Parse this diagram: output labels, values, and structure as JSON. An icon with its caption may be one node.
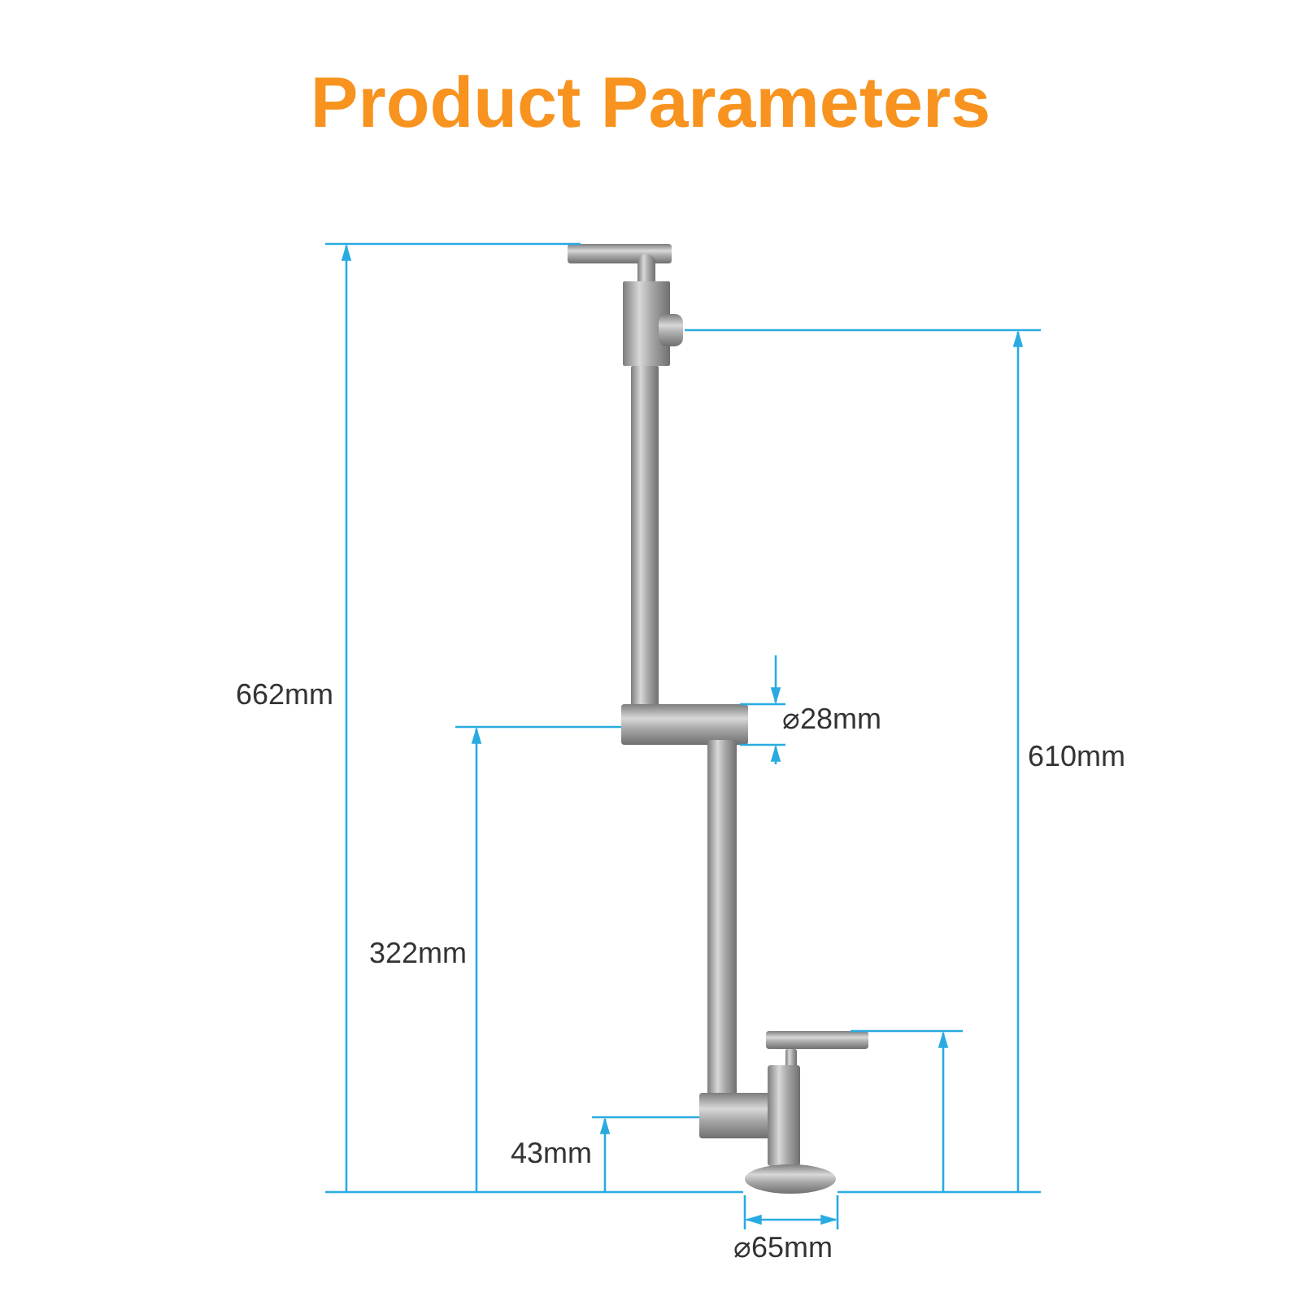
{
  "diagram": {
    "title": "Product Parameters",
    "labels": [
      "662mm",
      "⌀28mm",
      "610mm",
      "322mm",
      "43mm",
      "⌀65mm"
    ]
  }
}
